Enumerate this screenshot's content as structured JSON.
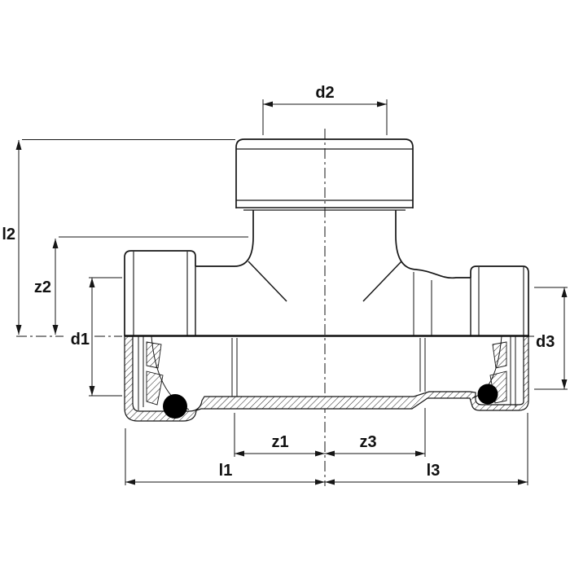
{
  "labels": {
    "d1": "d1",
    "d2": "d2",
    "d3": "d3",
    "z1": "z1",
    "z2": "z2",
    "z3": "z3",
    "l1": "l1",
    "l2": "l2",
    "l3": "l3"
  },
  "colors": {
    "line": "#161616",
    "background": "#ffffff",
    "oring_fill": "#000000"
  }
}
